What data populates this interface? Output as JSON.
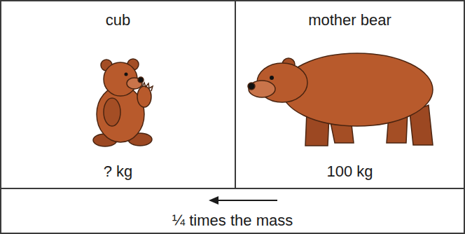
{
  "diagram": {
    "nodes": [
      {
        "text": [
          "cub",
          "? kg"
        ]
      },
      {
        "text": [
          "mother bear",
          "100 kg"
        ]
      },
      {
        "text": [
          "¼ times the mass"
        ]
      }
    ]
  }
}
